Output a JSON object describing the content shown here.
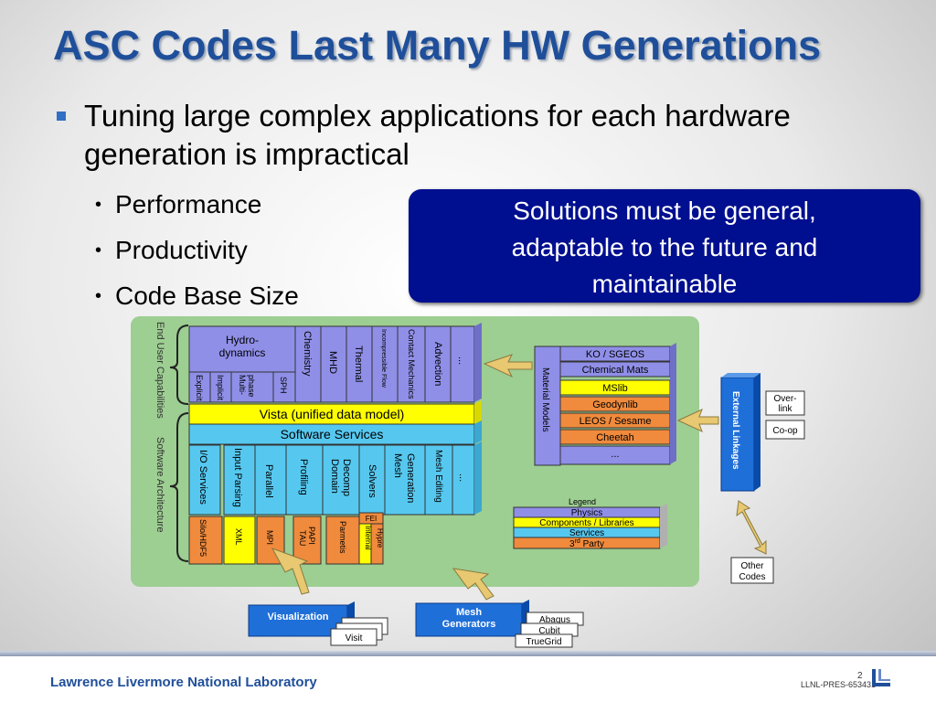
{
  "title": "ASC Codes Last Many HW Generations",
  "main_bullet": "Tuning large complex applications for each hardware generation is impractical",
  "sub_bullets": [
    "Performance",
    "Productivity",
    "Code Base Size"
  ],
  "callout": [
    "Solutions must be general,",
    "adaptable to the future and",
    "maintainable"
  ],
  "diagram": {
    "side_labels": [
      "End User Capabilities",
      "Software Architecture"
    ],
    "hydro": "Hydro-",
    "hydro2": "dynamics",
    "hydro_sub": [
      "Explicit",
      "Implicit",
      "Multi-",
      "phase",
      "SPH"
    ],
    "physics": [
      "Chemistry",
      "MHD",
      "Thermal",
      "Incompressible Flow",
      "Contact Mechanics",
      "Advection",
      "..."
    ],
    "vista": "Vista (unified data model)",
    "services": "Software Services",
    "soft_cols": [
      "I/O Services",
      "Input Parsing",
      "Parallel",
      "Profiling",
      "Domain",
      "Decomp",
      "Solvers",
      "Mesh",
      "Generation",
      "Mesh Editing",
      "..."
    ],
    "third": [
      "Silo/HDF5",
      "XML",
      "MPI",
      "PAPI",
      "TAU",
      "Parmetis",
      "FEI",
      "Hypre",
      "Internal"
    ],
    "material_label": "Material Models",
    "materials": [
      "KO / SGEOS",
      "Chemical Mats",
      "MSlib",
      "Geodynlib",
      "LEOS / Sesame",
      "Cheetah",
      "..."
    ],
    "legend_title": "Legend",
    "legend": [
      "Physics",
      "Components / Libraries",
      "Services",
      "3",
      "rd",
      " Party"
    ],
    "external": "External Linkages",
    "over1": "Over-",
    "over2": "link",
    "coop": "Co-op",
    "other1": "Other",
    "other2": "Codes",
    "vis": "Visualization",
    "visit": "Visit",
    "mesh1": "Mesh",
    "mesh2": "Generators",
    "mesh_tools": [
      "Abaqus",
      "Cubit",
      "TrueGrid"
    ]
  },
  "footer": {
    "lab": "Lawrence Livermore National Laboratory",
    "page": "2",
    "pres": "LLNL-PRES-653431"
  },
  "colors": {
    "title": "#1f4f9a",
    "callout": "#000f8f",
    "physics": "#8f8fe8",
    "yellow": "#ffff00",
    "services": "#56c8f0",
    "orange": "#f08a3c",
    "green": "#9dce92",
    "blue_box": "#1f6fd8"
  }
}
